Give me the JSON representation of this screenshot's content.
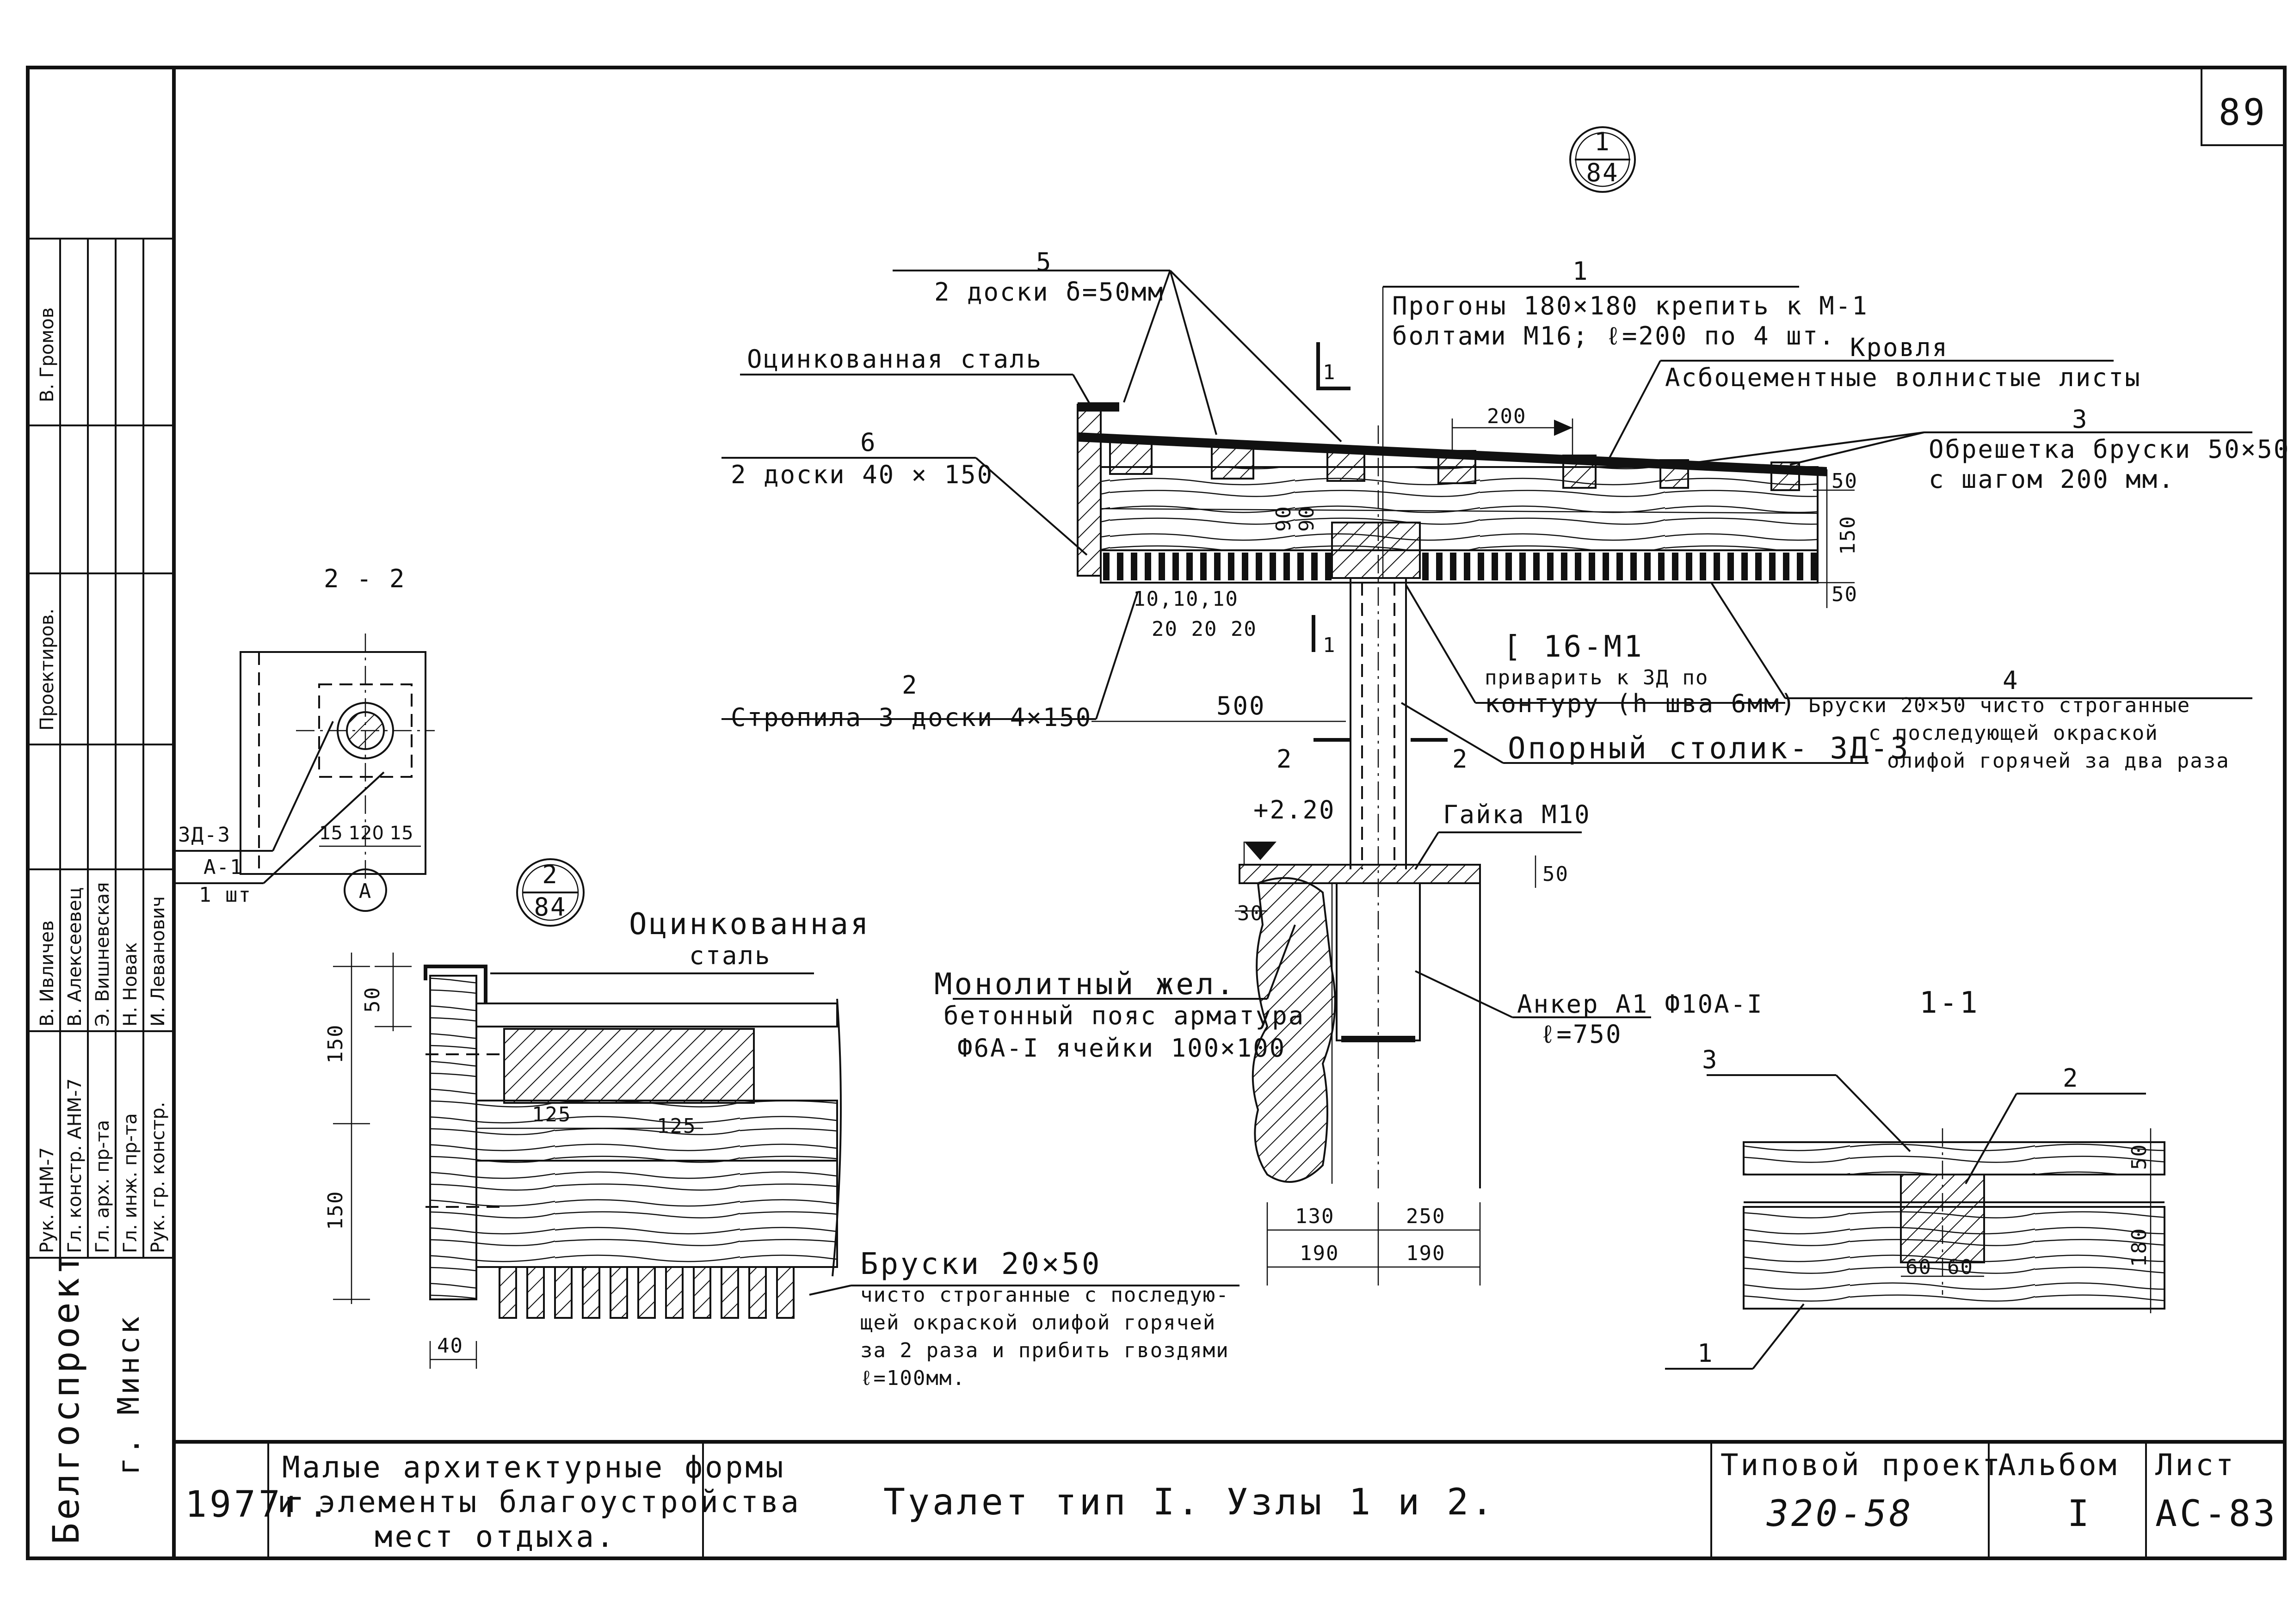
{
  "sheet_number": "89",
  "detail_markers": {
    "node1": {
      "num": "1",
      "sheet": "84"
    },
    "node2": {
      "num": "2",
      "sheet": "84"
    },
    "axis_A": "A"
  },
  "node1": {
    "callout_5_num": "5",
    "callout_5_text": "2 доски δ=50мм",
    "callout_1_num": "1",
    "callout_1_text_a": "Прогоны 180×180 крепить к М-1",
    "callout_1_text_b": "болтами М16; ℓ=200 по 4 шт.",
    "galv_steel": "Оцинкованная сталь",
    "roof_title": "Кровля",
    "roof_text": "Асбоцементные волнистые листы",
    "callout_3_num": "3",
    "callout_3_text_a": "Обрешетка бруски 50×50",
    "callout_3_text_b": "с шагом 200 мм.",
    "callout_6_num": "6",
    "callout_6_text": "2 доски 40 × 150",
    "dim_200": "200",
    "dim_50a": "50",
    "dim_150": "150",
    "dim_50b": "50",
    "dim_90a": "90",
    "dim_90b": "90",
    "dim_10_10_10": "10,10,10",
    "dim_20_20_20": "20 20 20",
    "channel_title": "[ 16-М1",
    "channel_text_a": "приварить к ЗД по",
    "channel_text_b": "контуру (h шва 6мм)",
    "callout_4_num": "4",
    "callout_4_text_a": "Бруски 20×50 чисто строганные",
    "callout_4_text_b": "с последующей окраской",
    "callout_4_text_c": "олифой горячей за два раза",
    "callout_2_num": "2",
    "callout_2_text": "Стропила 3 доски 4×150",
    "dim_500": "500",
    "support_table": "Опорный столик- ЗД-3",
    "section_mark_1a": "1",
    "section_mark_1b": "1",
    "section_mark_2a": "2",
    "section_mark_2b": "2",
    "elevation": "+2.20",
    "nut": "Гайка М10",
    "dim_50c": "50",
    "dim_30": "30",
    "belt_text_a": "Монолитный жел.",
    "belt_text_b": "бетонный пояс арматура",
    "belt_text_c": "Ф6А-I ячейки 100×100",
    "anchor_text_a": "Анкер А1 Ф10А-I",
    "anchor_text_b": "ℓ=750",
    "dim_130": "130",
    "dim_250": "250",
    "dim_190a": "190",
    "dim_190b": "190"
  },
  "section_2_2": {
    "title": "2 - 2",
    "label_zd3": "ЗД-3",
    "label_a1": "А-1",
    "label_qty": "1 шт",
    "dims": "15 120 15"
  },
  "node2": {
    "galv_a": "Оцинкованная",
    "galv_b": "сталь",
    "dim_50": "50",
    "dim_150a": "150",
    "dim_150b": "150",
    "dim_125a": "125",
    "dim_125b": "125",
    "dim_40": "40",
    "bars_title": "Бруски 20×50",
    "bars_a": "чисто строганные с последую-",
    "bars_b": "щей окраской олифой горячей",
    "bars_c": "за 2 раза и прибить гвоздями",
    "bars_d": "ℓ=100мм."
  },
  "section_1_1": {
    "title": "1-1",
    "num_3": "3",
    "num_2": "2",
    "num_1": "1",
    "dim_50": "50",
    "dim_180": "180",
    "dim_60a": "60",
    "dim_60b": "60"
  },
  "side_stamp": {
    "rows": [
      {
        "role": "Рук. АНМ-7",
        "name": "В. Ивличев"
      },
      {
        "role": "Гл. констр. АНМ-7",
        "name": "В. Алексеевец"
      },
      {
        "role": "Гл. арх. пр-та",
        "name": "Э. Вишневская"
      },
      {
        "role": "Гл. инж. пр-та",
        "name": "Н. Новак"
      },
      {
        "role": "Рук. гр. констр.",
        "name": "И. Леванович"
      }
    ],
    "designed_role": "Проектиров.",
    "designed_name": "В. Громов",
    "org": "Белгоспроект",
    "city": "г. Минск"
  },
  "title_block": {
    "year": "1977г.",
    "series_a": "Малые архитектурные формы",
    "series_b": "и элементы благоустройства",
    "series_c": "мест отдыха.",
    "drawing_title": "Туалет тип I. Узлы 1 и 2.",
    "project_label": "Типовой проект",
    "project_value": "320-58",
    "album_label": "Альбом",
    "album_value": "I",
    "sheet_label": "Лист",
    "sheet_value": "АС-83"
  }
}
